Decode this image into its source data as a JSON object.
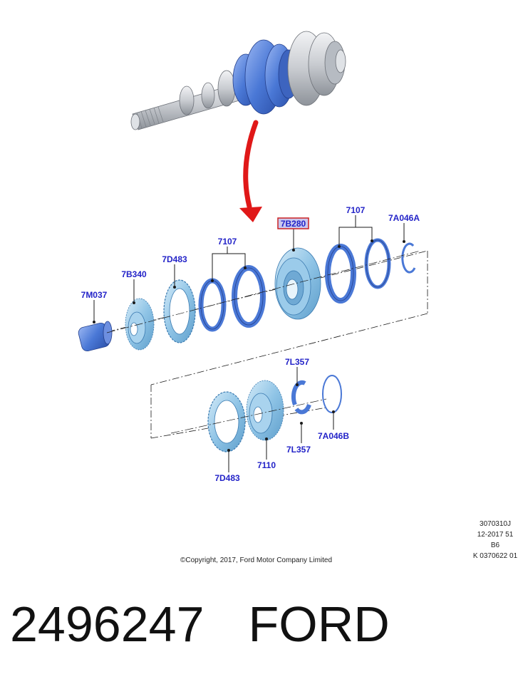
{
  "callouts": {
    "c_7B280": "7B280",
    "c_7107_top_right": "7107",
    "c_7A046A": "7A046A",
    "c_7107_top_left": "7107",
    "c_7D483_top": "7D483",
    "c_7B340": "7B340",
    "c_7M037": "7M037",
    "c_7L357_top": "7L357",
    "c_7L357_bottom": "7L357",
    "c_7A046B": "7A046B",
    "c_7110": "7110",
    "c_7D483_bottom": "7D483"
  },
  "meta": {
    "line1": "3070310J",
    "line2": "12-2017 51",
    "line3": "B6",
    "line4": "K 0370622 01"
  },
  "copyright": "©Copyright, 2017, Ford Motor Company Limited",
  "title": {
    "part_number": "2496247",
    "brand": "FORD"
  },
  "colors": {
    "callout_text": "#2323c8",
    "highlight_box": "#cc2222",
    "arrow": "#e01818",
    "gear_light": "#8fc4e6",
    "gear_dark": "#4a78d6",
    "assembly_grey": "#c9ccd1"
  },
  "icons": {
    "arrow": "red-curved-arrow-icon",
    "highlighted_part": "highlight-box"
  }
}
